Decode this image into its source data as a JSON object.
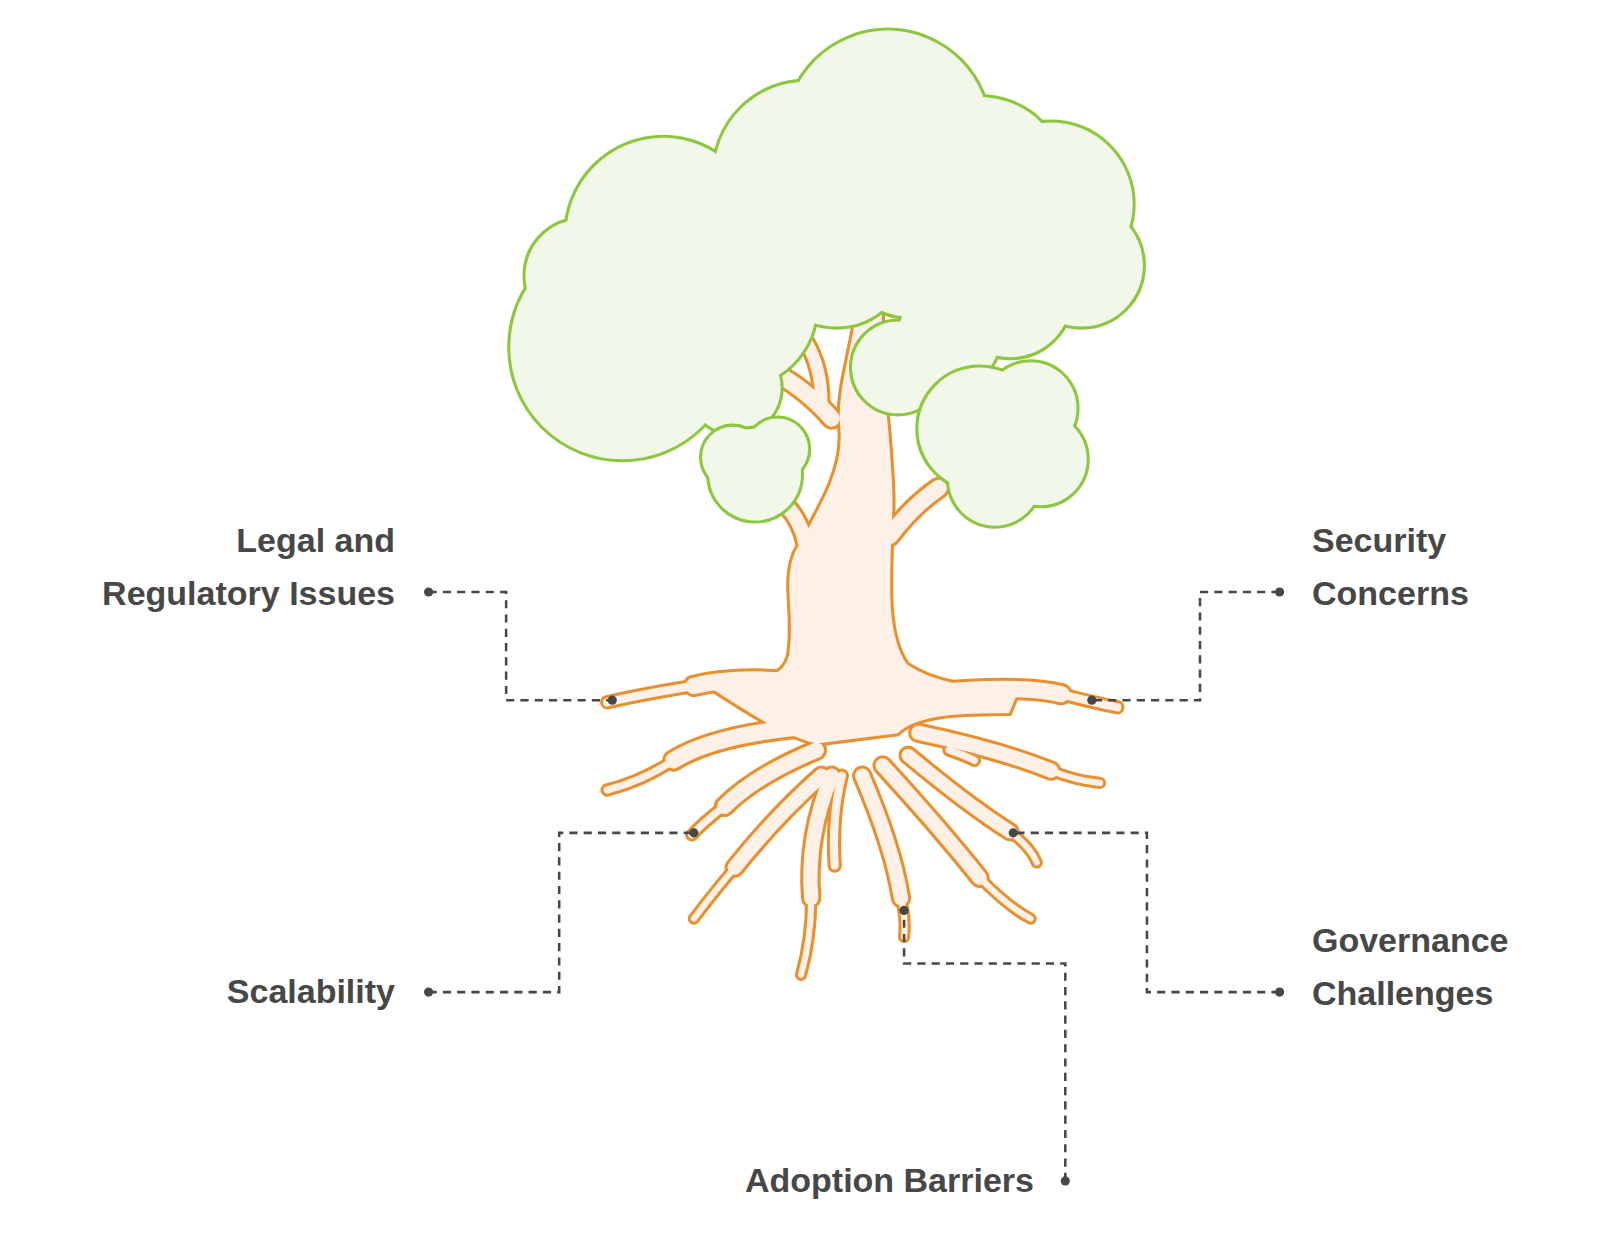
{
  "diagram": {
    "labels": [
      "Legal and Regulatory Issues",
      "Security Concerns",
      "Scalability",
      "Governance Challenges",
      "Adoption Barriers"
    ]
  }
}
